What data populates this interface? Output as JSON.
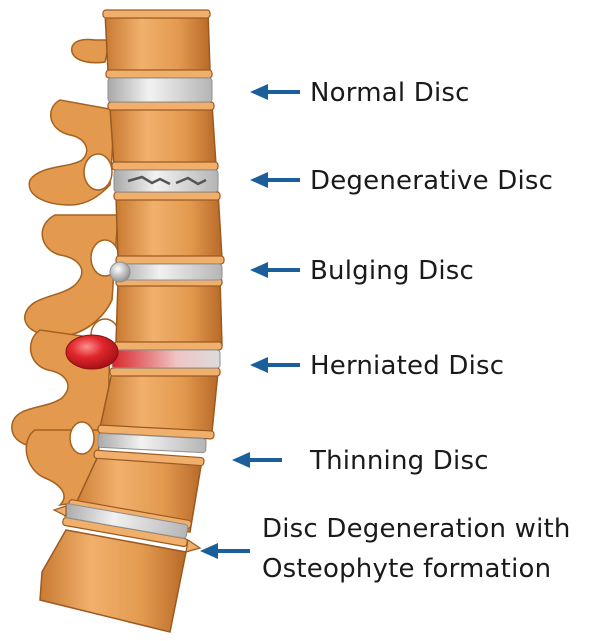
{
  "diagram": {
    "colors": {
      "bone": "#e39a4f",
      "bone_light": "#f2b878",
      "bone_dark": "#b86a28",
      "bone_outline": "#9b5a22",
      "disc": "#cfcfcf",
      "disc_light": "#eeeeee",
      "herniation": "#d9262b",
      "arrow": "#1a5f9c",
      "text": "#1a1a1a"
    },
    "labels": [
      {
        "id": "normal",
        "text": "Normal Disc"
      },
      {
        "id": "degenerative",
        "text": "Degenerative Disc"
      },
      {
        "id": "bulging",
        "text": "Bulging Disc"
      },
      {
        "id": "herniated",
        "text": "Herniated Disc"
      },
      {
        "id": "thinning",
        "text": "Thinning Disc"
      },
      {
        "id": "osteophyte",
        "line1": "Disc Degeneration with",
        "line2": "Osteophyte formation"
      }
    ]
  }
}
